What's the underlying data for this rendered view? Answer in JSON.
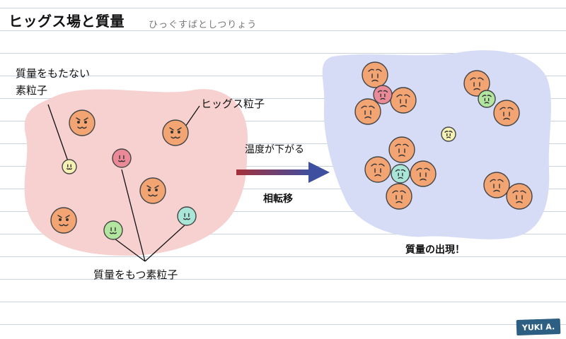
{
  "header": {
    "title": "ヒッグス場と質量",
    "subtitle": "ひっぐすばとしつりょう"
  },
  "labels": {
    "massless_particle": "質量をもたない\n素粒子",
    "higgs_particle": "ヒッグス粒子",
    "massive_particles": "質量をもつ素粒子",
    "temperature_drop": "温度が下がる",
    "phase_transition": "相転移",
    "mass_appears": "質量の出現！"
  },
  "signature": "YUKI A.",
  "colors": {
    "left_field": "#f7d0d0",
    "right_field": "#d6dcf6",
    "higgs": "#f3a473",
    "yellow": "#f5f0b4",
    "pink": "#ea8a98",
    "green": "#b2e6a0",
    "teal": "#a9e6d8",
    "arrow_start": "#a4303a",
    "arrow_end": "#3e4fa0"
  }
}
